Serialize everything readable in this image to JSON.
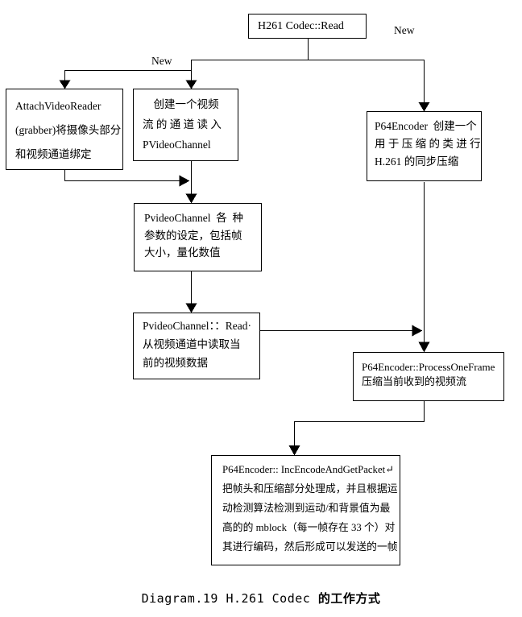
{
  "colors": {
    "background": "#ffffff",
    "line": "#000000",
    "text": "#000000"
  },
  "labels": {
    "new_left": "New",
    "new_right": "New"
  },
  "boxes": {
    "h261_read": {
      "lines": [
        "H261 Codec::Read"
      ]
    },
    "attach_video_reader": {
      "lines": [
        "AttachVideoReader",
        "(grabber)将摄像头部分",
        "和视频通道绑定"
      ]
    },
    "create_channel": {
      "lines": [
        "　创建一个视频",
        "流 的 通 道 读 入",
        "PVideoChannel"
      ]
    },
    "p64_create": {
      "lines": [
        "P64Encoder  创建一个",
        "用 于 压 缩 的 类 进 行",
        "H.261 的同步压缩"
      ]
    },
    "channel_params": {
      "lines": [
        "PvideoChannel  各  种",
        "参数的设定，包括帧",
        "大小，量化数值"
      ]
    },
    "channel_read": {
      "lines": [
        "PvideoChannel：：Read·",
        "从视频通道中读取当",
        "前的视频数据"
      ]
    },
    "process_one_frame": {
      "lines": [
        "P64Encoder::ProcessOneFrame",
        "压缩当前收到的视频流"
      ]
    },
    "inc_encode": {
      "lines": [
        "P64Encoder:: IncEncodeAndGetPacket↵",
        "把帧头和压缩部分处理成，并且根据运",
        "动检测算法检测到运动/和背景值为最",
        "高的的 mblock（每一帧存在 33 个）对",
        "其进行编码，然后形成可以发送的一帧"
      ]
    }
  },
  "caption": {
    "latin": "Diagram.19 H.261 Codec ",
    "cjk": "的工作方式"
  }
}
